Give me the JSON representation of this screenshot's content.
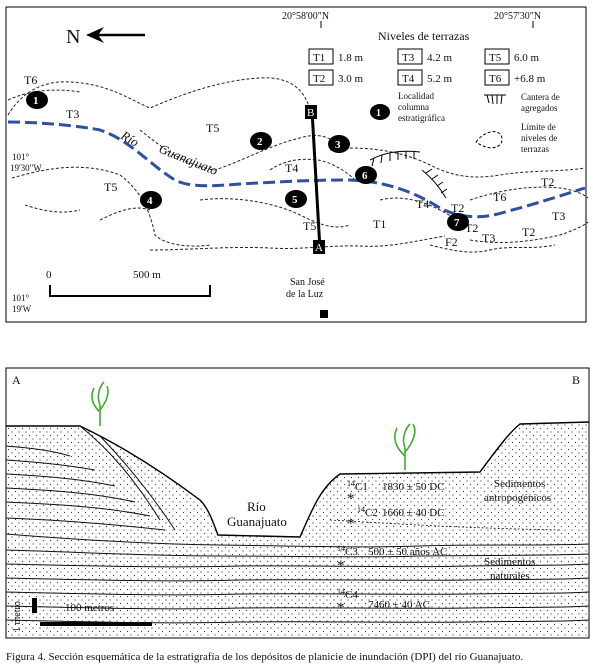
{
  "map": {
    "north_label": "N",
    "coord_top_left": "20°58'00\"N",
    "coord_top_right": "20°57'30\"N",
    "coord_left_top": [
      "101°",
      "19'30\"W"
    ],
    "coord_left_bottom": [
      "101°",
      "19'W"
    ],
    "legend_title": "Niveles de terrazas",
    "terrace_levels": [
      {
        "code": "T1",
        "height": "1.8 m"
      },
      {
        "code": "T2",
        "height": "3.0 m"
      },
      {
        "code": "T3",
        "height": "4.2 m"
      },
      {
        "code": "T4",
        "height": "5.2 m"
      },
      {
        "code": "T5",
        "height": "6.0 m"
      },
      {
        "code": "T6",
        "height": "+6.8 m"
      }
    ],
    "legend_locality": [
      "Localidad",
      "columna",
      "estratigráfica"
    ],
    "legend_locality_marker": "1",
    "legend_quarry": [
      "Cantera de",
      "agregados"
    ],
    "legend_limit": [
      "Límite de",
      "niveles de",
      "terrazas"
    ],
    "river_name": [
      "Río",
      "Guanajuato"
    ],
    "scale_zero": "0",
    "scale_label": "500 m",
    "town": [
      "San José",
      "de la Luz"
    ],
    "section_a": "A",
    "section_b": "B",
    "localities": [
      "1",
      "2",
      "3",
      "4",
      "5",
      "6",
      "7"
    ],
    "terrace_labels": [
      "T6",
      "T3",
      "T5",
      "T5",
      "T4",
      "T5",
      "T1",
      "T4",
      "T2",
      "F2",
      "T3",
      "T6",
      "T2",
      "T3",
      "T2",
      "T2"
    ]
  },
  "section": {
    "corner_a": "A",
    "corner_b": "B",
    "river_label": [
      "Río",
      "Guanajuato"
    ],
    "samples": [
      {
        "id": "14C1",
        "iso": "14",
        "tag": "C1",
        "date": "1830 ± 50 DC"
      },
      {
        "id": "14C2",
        "iso": "14",
        "tag": "C2",
        "date": "1660 ± 40 DC"
      },
      {
        "id": "14C3",
        "iso": "14",
        "tag": "C3",
        "date": "500 ± 50 años AC"
      },
      {
        "id": "14C4",
        "iso": "14",
        "tag": "C4",
        "date": "7460 ± 40 AC"
      }
    ],
    "unit_upper": [
      "Sedimentos",
      "antropogénicos"
    ],
    "unit_lower": [
      "Sedimentos",
      "naturales"
    ],
    "vertical_scale": "1 metro",
    "horizontal_scale": "100 metros"
  },
  "caption": "Figura 4. Sección esquemática de la estratigrafía de los depósitos de planicie de inundación (DPI) del río Guanajuato.",
  "colors": {
    "river": "#2f4fa3",
    "tree": "#3fae2a",
    "ink": "#111111"
  }
}
